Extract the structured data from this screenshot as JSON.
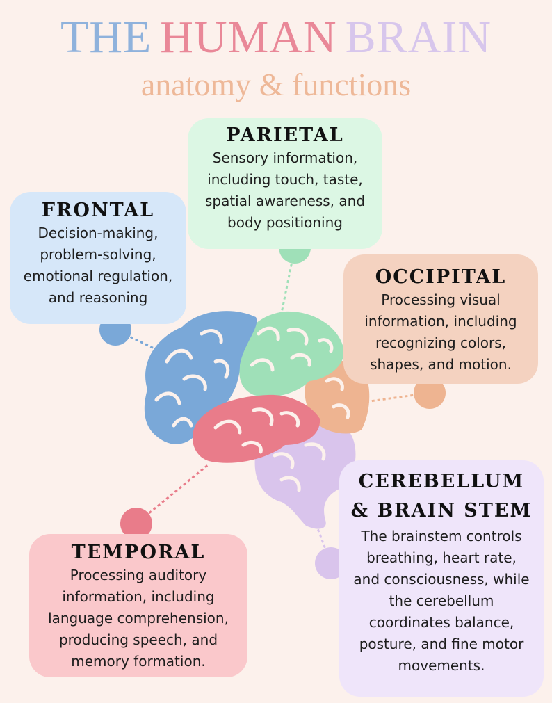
{
  "header": {
    "title_word1": "THE",
    "title_word2": "HUMAN",
    "title_word3": "BRAIN",
    "subtitle": "anatomy & functions"
  },
  "colors": {
    "background": "#fcf1ec",
    "frontal": "#7aa8d8",
    "parietal": "#9fe0b8",
    "occipital": "#eeb491",
    "temporal": "#e97c8a",
    "cerebellum": "#d9c4ec",
    "title_word1": "#8fb2dc",
    "title_word2": "#e98898",
    "title_word3": "#d7c6ec",
    "subtitle": "#eeb898"
  },
  "regions": {
    "frontal": {
      "name": "FRONTAL",
      "description": "Decision-making, problem-solving, emotional regulation, and reasoning"
    },
    "parietal": {
      "name": "PARIETAL",
      "description": "Sensory information, including touch, taste, spatial awareness, and body positioning"
    },
    "occipital": {
      "name": "OCCIPITAL",
      "description": "Processing visual information, including recognizing colors, shapes, and motion."
    },
    "temporal": {
      "name": "TEMPORAL",
      "description": "Processing auditory information, including language comprehension, producing speech, and memory formation."
    },
    "cerebellum": {
      "name": "CEREBELLUM & BRAIN STEM",
      "description": "The brainstem controls breathing, heart rate, and consciousness, while the cerebellum coordinates balance, posture, and fine motor movements."
    }
  }
}
